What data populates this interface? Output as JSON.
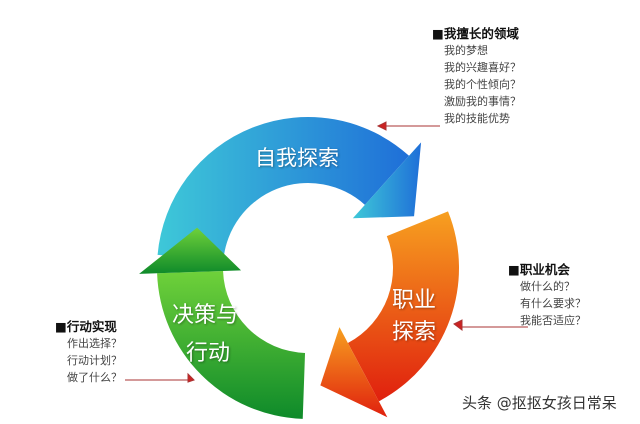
{
  "cycle": {
    "self": {
      "label": "自我探索",
      "color": "#2a8fd8"
    },
    "career": {
      "line1": "职业",
      "line2": "探索",
      "color": "#f05a14"
    },
    "decide": {
      "line1": "决策与",
      "line2": "行动",
      "color": "#2aa832"
    }
  },
  "callouts": {
    "self": {
      "title": "我擅长的领域",
      "items": [
        "我的梦想",
        "我的兴趣喜好？",
        "我的个性倾向？",
        "激励我的事情？",
        "我的技能优势"
      ]
    },
    "career": {
      "title": "职业机会",
      "items": [
        "做什么的？",
        "有什么要求？",
        "我能否适应？"
      ]
    },
    "action": {
      "title": "行动实现",
      "items": [
        "作出选择？",
        "行动计划？",
        "做了什么？"
      ]
    }
  },
  "watermark": "头条 @抠抠女孩日常呆"
}
